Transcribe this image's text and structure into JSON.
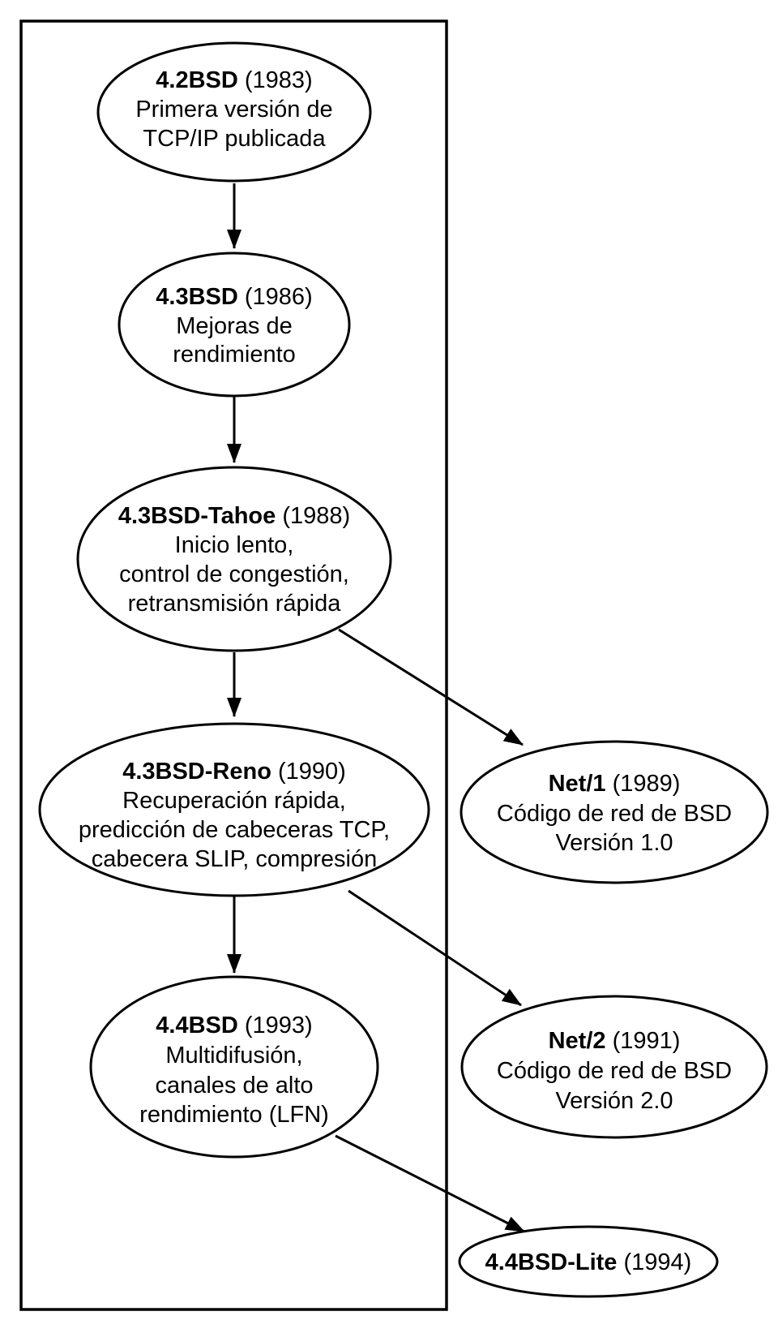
{
  "diagram": {
    "background_color": "#ffffff",
    "line_color": "#000000",
    "text_color": "#000000"
  },
  "nodes": {
    "bsd42": {
      "name": "4.2BSD",
      "year": "(1983)",
      "lines": [
        "Primera versión de",
        "TCP/IP publicada"
      ]
    },
    "bsd43": {
      "name": "4.3BSD",
      "year": "(1986)",
      "lines": [
        "Mejoras de",
        "rendimiento"
      ]
    },
    "tahoe": {
      "name": "4.3BSD-Tahoe",
      "year": "(1988)",
      "lines": [
        "Inicio lento,",
        "control de congestión,",
        "retransmisión rápida"
      ]
    },
    "reno": {
      "name": "4.3BSD-Reno",
      "year": "(1990)",
      "lines": [
        "Recuperación rápida,",
        "predicción de cabeceras TCP,",
        "cabecera SLIP, compresión"
      ]
    },
    "bsd44": {
      "name": "4.4BSD",
      "year": "(1993)",
      "lines": [
        "Multidifusión,",
        "canales de alto",
        "rendimiento (LFN)"
      ]
    },
    "net1": {
      "name": "Net/1",
      "year": "(1989)",
      "lines": [
        "Código de red de BSD",
        "Versión 1.0"
      ]
    },
    "net2": {
      "name": "Net/2",
      "year": "(1991)",
      "lines": [
        "Código de red de BSD",
        "Versión 2.0"
      ]
    },
    "lite": {
      "name": "4.4BSD-Lite",
      "year": "(1994)",
      "lines": []
    }
  }
}
